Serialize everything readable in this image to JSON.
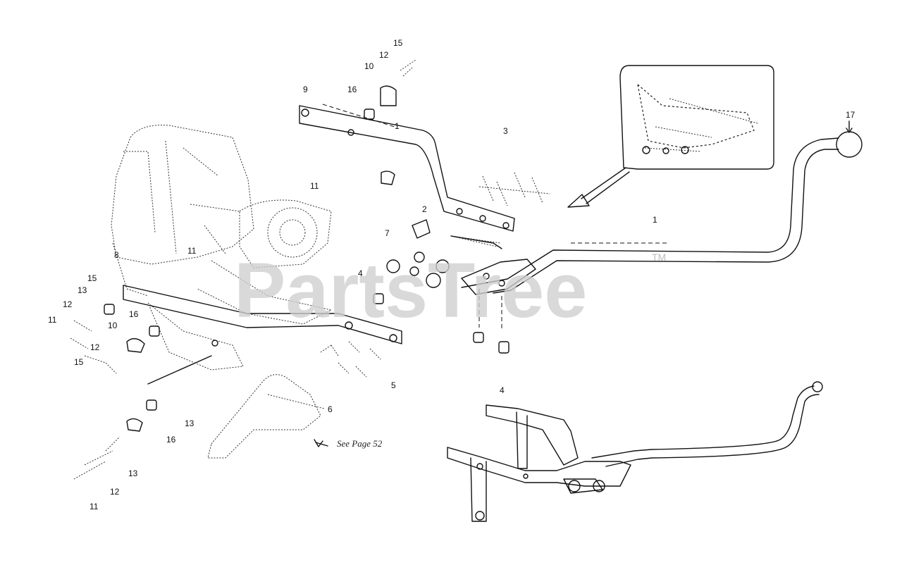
{
  "watermark": {
    "text": "PartsTree",
    "trademark": "TM"
  },
  "callouts": {
    "c15_top": "15",
    "c12_top": "12",
    "c10_top": "10",
    "c9": "9",
    "c16_top": "16",
    "c3": "3",
    "c1_upper": "1",
    "c11_mid": "11",
    "c2": "2",
    "c7": "7",
    "c4_mid": "4",
    "c8": "8",
    "c11_eng": "11",
    "c1_right": "1",
    "c17": "17",
    "c15_left": "15",
    "c13_left": "13",
    "c12_left": "12",
    "c11_left": "11",
    "c10_left": "10",
    "c16_left": "16",
    "c12_left2": "12",
    "c15_left2": "15",
    "c5": "5",
    "c6": "6",
    "c13_bot": "13",
    "c16_bot": "16",
    "c13_bot2": "13",
    "c12_bot": "12",
    "c11_bot": "11",
    "c4_bot": "4"
  },
  "see_page": "See Page 52"
}
